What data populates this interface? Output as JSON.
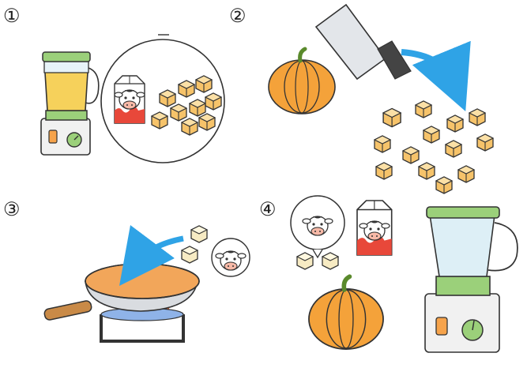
{
  "steps": [
    {
      "number": "①"
    },
    {
      "number": "②"
    },
    {
      "number": "③"
    },
    {
      "number": "④"
    }
  ],
  "colors": {
    "pumpkin": "#F4A23A",
    "pumpkin_dark": "#D9822B",
    "cube": "#F6C36A",
    "outline": "#333333",
    "blender_glass": "#DDEFF6",
    "blender_green": "#9BD07A",
    "arrow_blue": "#2FA3E6",
    "milk_red": "#E8483A",
    "flame": "#F07A4A",
    "soup": "#F2A65A"
  }
}
